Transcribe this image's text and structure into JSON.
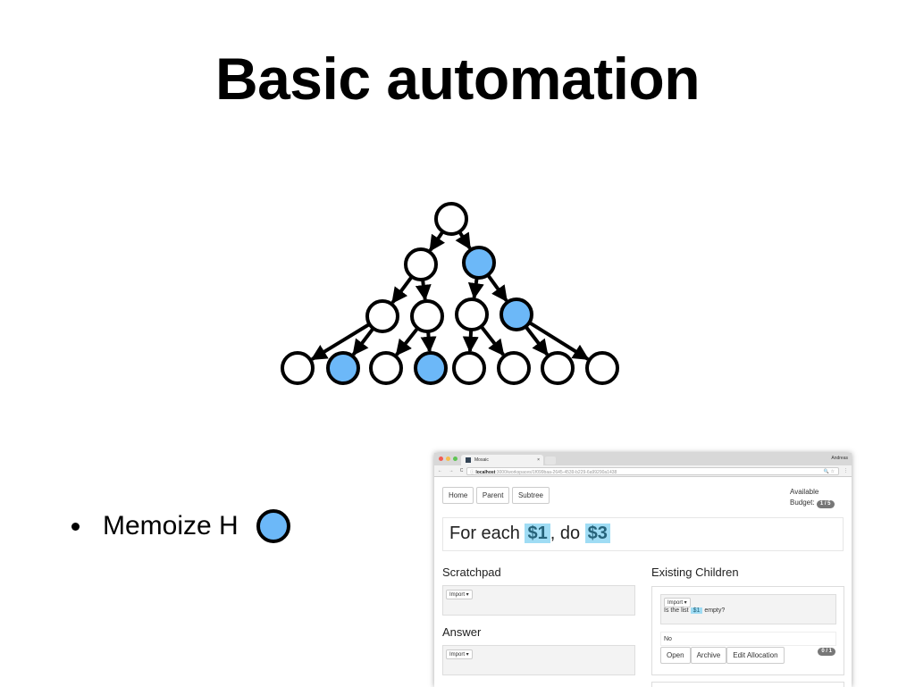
{
  "slide": {
    "title": "Basic automation",
    "bullet": "Memoize H",
    "memo_color": "#6cb8f8"
  },
  "tree": {
    "levels": [
      [
        false
      ],
      [
        false,
        true
      ],
      [
        false,
        false,
        false,
        true
      ],
      [
        false,
        true,
        false,
        true,
        false,
        false,
        false,
        false
      ]
    ],
    "memoized_color": "#6cb8f8"
  },
  "browser": {
    "tab_title": "Mosaic",
    "tab_close": "×",
    "user": "Andreas",
    "nav_icons": "← → C",
    "url_host": "localhost",
    "url_path": ":3000/workspaces/1f099baa-2645-4539-b229-6a99290a1438",
    "url_right_icons": "🔍 ☆",
    "menu_icon": "⋮"
  },
  "app": {
    "nav": [
      "Home",
      "Parent",
      "Subtree"
    ],
    "budget_label_1": "Available",
    "budget_label_2": "Budget:",
    "budget_value": "1 / 5",
    "question": {
      "pre": "For each ",
      "p1": "$1",
      "mid": ", do ",
      "p2": "$3"
    },
    "scratchpad_title": "Scratchpad",
    "answer_title": "Answer",
    "import_label": "Import ▾",
    "children_title": "Existing Children",
    "child": {
      "q_pre": "Is the list ",
      "q_ptr": "$1",
      "q_post": " empty?",
      "answer": "No",
      "buttons": [
        "Open",
        "Archive",
        "Edit Allocation"
      ],
      "budget": "0 / 1"
    }
  }
}
